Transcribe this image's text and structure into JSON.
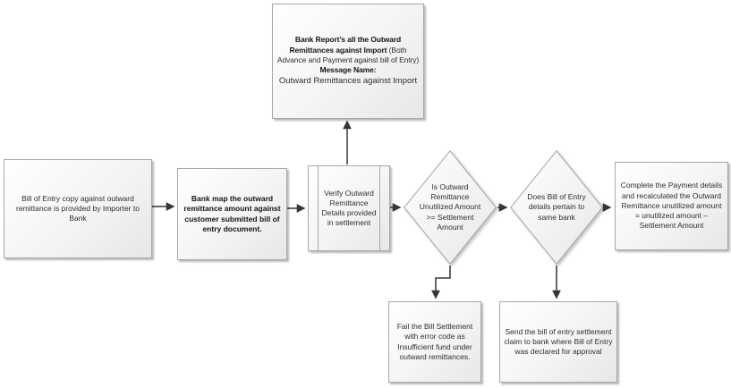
{
  "nodes": {
    "report": {
      "bold_intro": "Bank Report’s all the Outward Remittances against Import",
      "paren_note": " (Both Advance and Payment against bill of Entry)",
      "message_label": "Message Name:",
      "message_value": "Outward Remittances against Import"
    },
    "bill_entry": {
      "text": "Bill of Entry copy against outward remittance is provided by Importer to Bank"
    },
    "bank_map": {
      "text": "Bank map the outward remittance amount against customer submitted bill of entry document."
    },
    "verify": {
      "text": "Verify Outward Remittance Details provided in settlement"
    },
    "decision_amount": {
      "text": "Is Outward Remittance Unutilized Amount >= Settlement Amount"
    },
    "decision_bank": {
      "text": "Does Bill of Entry details pertain to same bank"
    },
    "complete_payment": {
      "text": "Complete the Payment details and recalculated the Outward Remittance unutilized amount = unutilized amount – Settlement Amount"
    },
    "fail_settlement": {
      "text": "Fail the Bill Settlement with error code as Insufficient fund under outward remittances."
    },
    "send_claim": {
      "text": "Send the bill of entry settlement claim to bank where Bill of Entry was declared for approval"
    }
  },
  "colors": {
    "node_border": "#a8a8a8",
    "node_fill_start": "#ffffff",
    "node_fill_end": "#e8e8e8",
    "connector": "#363636",
    "text": "#2e2e2e"
  }
}
